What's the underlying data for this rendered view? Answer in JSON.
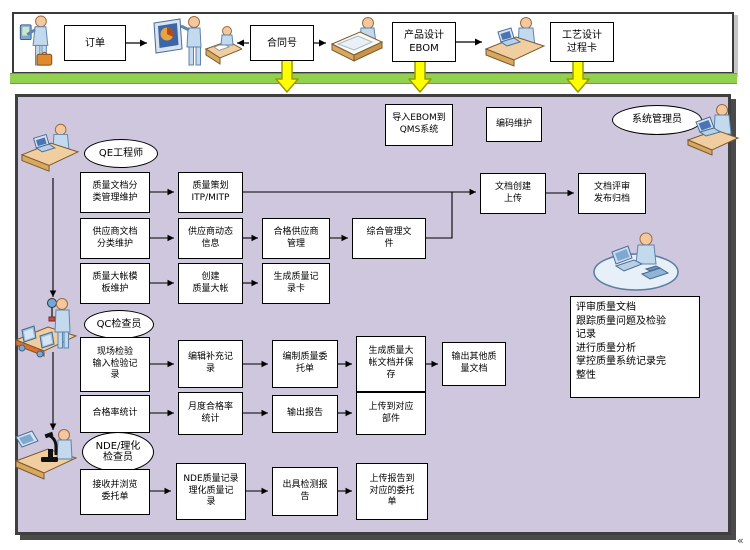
{
  "colors": {
    "panel_bg": "#CFC7DD",
    "band_green": "#92D050",
    "arrow_yellow": "#FFFF00",
    "box_bg": "#FFFFFF",
    "border_dark": "#3F3F3F"
  },
  "top_band": {
    "order": "订单",
    "contract": "合同号",
    "product_design": "产品设计\nEBOM",
    "process_card": "工艺设计\n过程卡"
  },
  "roles": {
    "qe": "QE工程师",
    "qc": "QC检查员",
    "nde": "NDE/理化\n检查员",
    "sysadmin": "系统管理员"
  },
  "system": {
    "import_ebom": "导入EBOM到\nQMS系统",
    "code_maint": "编码维护",
    "duties": "评审质量文档\n跟踪质量问题及检验\n记录\n进行质量分析\n掌控质量系统记录完\n整性"
  },
  "qe": {
    "doc_class": "质量文档分\n类管理维护",
    "quality_plan": "质量策划\nITP/MITP",
    "supplier_doc": "供应商文档\n分类维护",
    "supplier_info": "供应商动态\n信息",
    "qualified_supplier": "合格供应商\n管理",
    "integrated_doc": "综合管理文\n件",
    "ledger_template": "质量大帐模\n板维护",
    "create_ledger": "创建\n质量大帐",
    "record_card": "生成质量记\n录卡",
    "doc_create": "文档创建\n上传",
    "doc_review": "文档评审\n发布归档"
  },
  "qc": {
    "site_input": "现场检验\n输入检验记\n录",
    "edit_supplement": "编辑补充记\n录",
    "entrust_order": "编制质量委\n托单",
    "gen_ledger_doc": "生成质量大\n帐文档并保\n存",
    "output_other": "输出其他质\n量文档",
    "pass_rate": "合格率统计",
    "monthly_rate": "月度合格率\n统计",
    "output_report": "输出报告",
    "upload_part": "上传到对应\n部件"
  },
  "nde": {
    "receive_order": "接收并浏览\n委托单",
    "nde_records": "NDE质量记录\n理化质量记\n录",
    "issue_report": "出具检测报\n告",
    "upload_report": "上传报告到\n对应的委托\n单"
  },
  "misc": {
    "corner_mark": "«"
  }
}
